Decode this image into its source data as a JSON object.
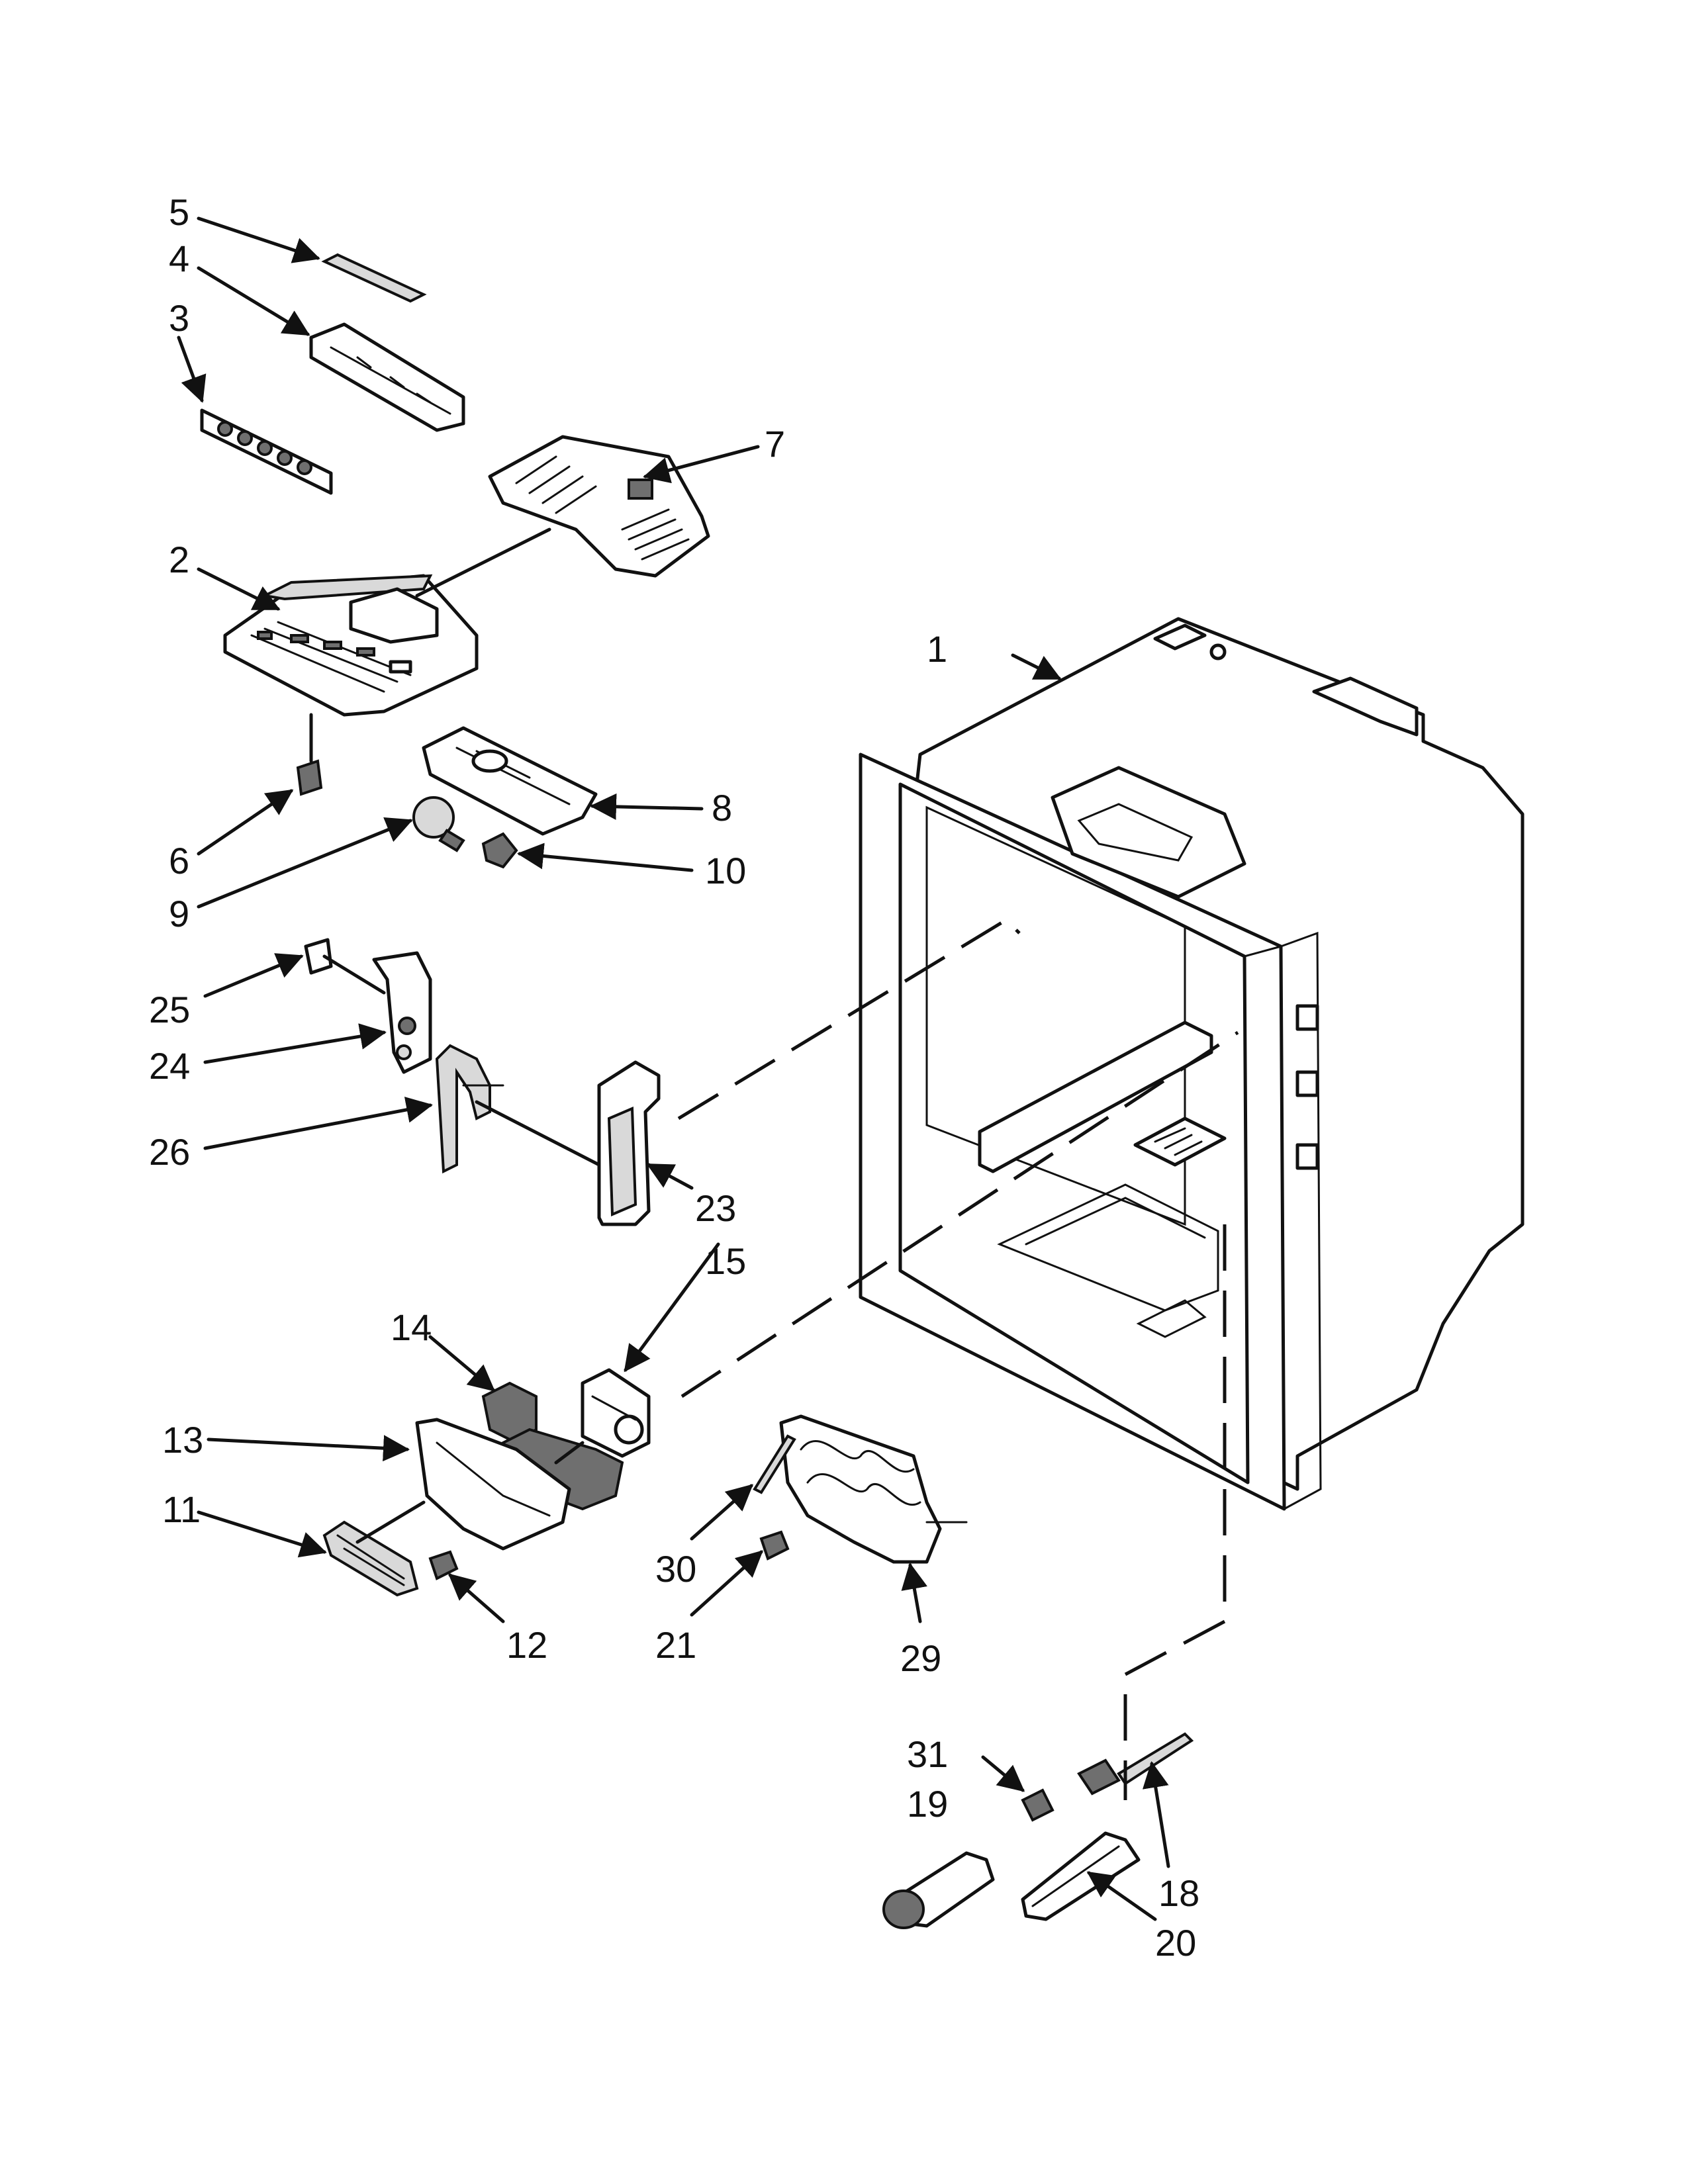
{
  "callouts": {
    "c1": "1",
    "c2": "2",
    "c3": "3",
    "c4": "4",
    "c5": "5",
    "c6": "6",
    "c7": "7",
    "c8": "8",
    "c9": "9",
    "c10": "10",
    "c11": "11",
    "c12": "12",
    "c13": "13",
    "c14": "14",
    "c15": "15",
    "c18": "18",
    "c19": "19",
    "c20": "20",
    "c21": "21",
    "c23": "23",
    "c24": "24",
    "c25": "25",
    "c26": "26",
    "c29": "29",
    "c30": "30",
    "c31": "31"
  }
}
